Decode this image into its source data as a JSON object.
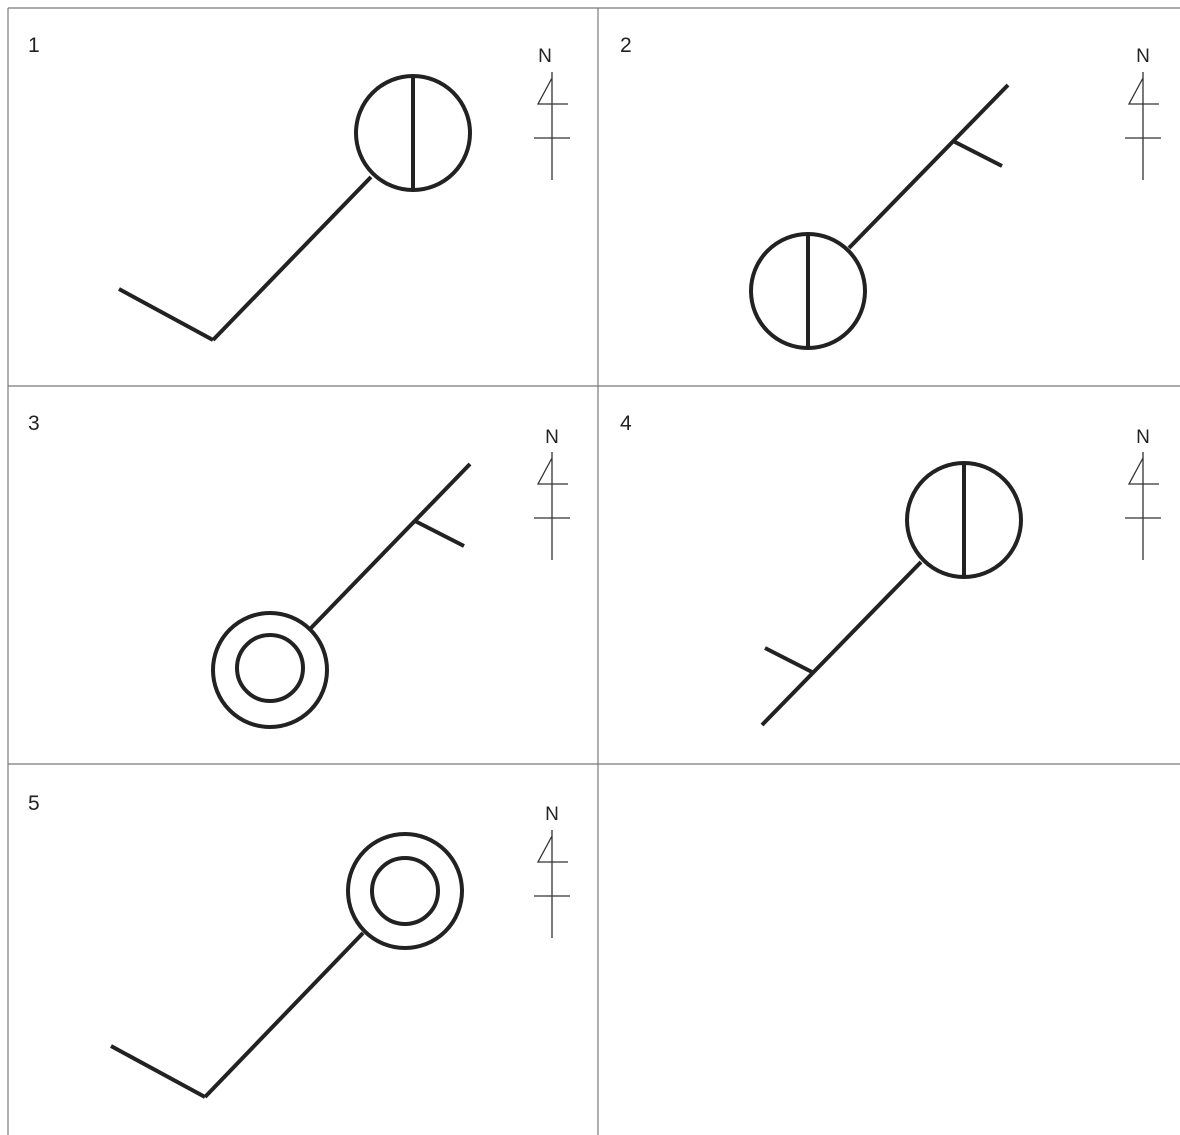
{
  "panels": [
    {
      "number": "1",
      "north_label": "N",
      "station_symbol": "circle-with-vertical-line",
      "wind_barbs": 1
    },
    {
      "number": "2",
      "north_label": "N",
      "station_symbol": "circle-with-vertical-line",
      "wind_barbs": 1
    },
    {
      "number": "3",
      "north_label": "N",
      "station_symbol": "double-circle",
      "wind_barbs": 1
    },
    {
      "number": "4",
      "north_label": "N",
      "station_symbol": "circle-with-vertical-line",
      "wind_barbs": 1
    },
    {
      "number": "5",
      "north_label": "N",
      "station_symbol": "double-circle",
      "wind_barbs": 1
    }
  ],
  "colors": {
    "stroke": "#222222",
    "grid": "#7a7a7a",
    "background": "#ffffff"
  }
}
